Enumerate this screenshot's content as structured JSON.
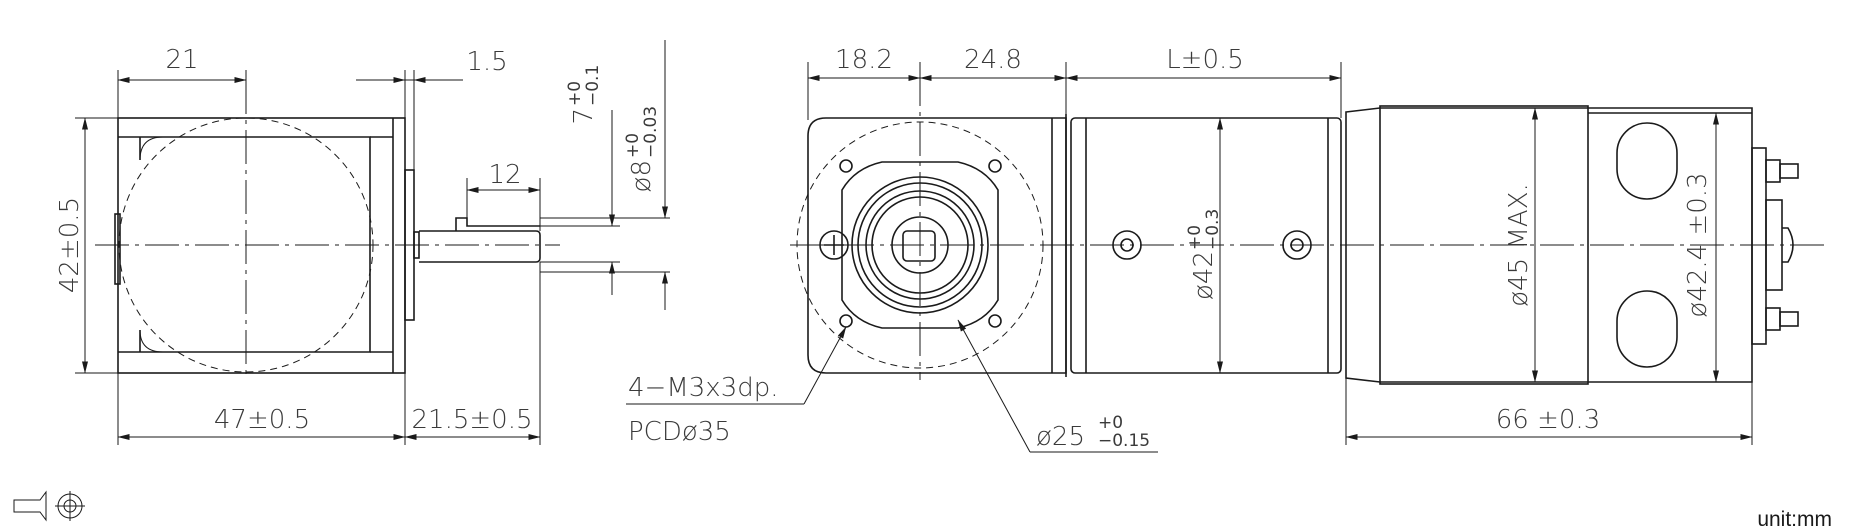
{
  "unit_label": "unit:mm",
  "symbols": {
    "projection": "first-angle-projection-symbol"
  },
  "side_view": {
    "dims": {
      "width_21": "21",
      "flange_1_5": "1.5",
      "key_12": "12",
      "tol_7_main": "7",
      "tol_7_up": "+0",
      "tol_7_low": "−0.1",
      "tol_8_main": "ø8",
      "tol_8_up": "+0",
      "tol_8_low": "−0.03",
      "height_42": "42±0.5",
      "length_47": "47±0.5",
      "shaft_21_5": "21.5±0.5"
    }
  },
  "front_view": {
    "dims": {
      "d_18_2": "18.2",
      "d_24_8": "24.8",
      "L": "L±0.5",
      "dia42_main": "ø42",
      "dia42_up": "+0",
      "dia42_low": "−0.3",
      "dia45": "ø45  MAX.",
      "dia42_4": "ø42.4 ±0.3",
      "len_66": "66 ±0.3",
      "hole_callout_1": "4−M3x3dp.",
      "hole_callout_2": "PCDø35",
      "dia25_main": "ø25",
      "dia25_up": "+0",
      "dia25_low": "−0.15"
    }
  }
}
